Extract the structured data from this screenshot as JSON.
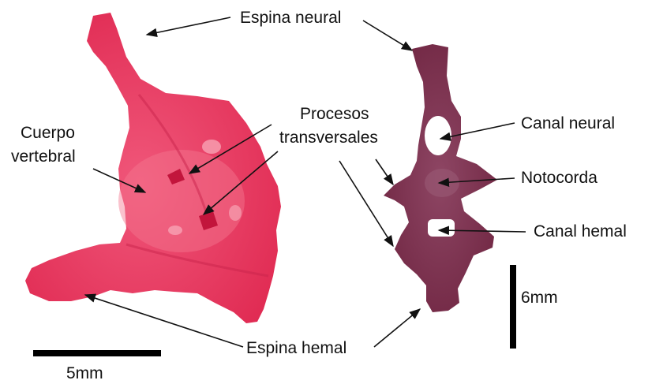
{
  "labels": {
    "espina_neural": "Espina neural",
    "cuerpo_vertebral_1": "Cuerpo",
    "cuerpo_vertebral_2": "vertebral",
    "procesos_1": "Procesos",
    "procesos_2": "transversales",
    "canal_neural": "Canal neural",
    "notocorda": "Notocorda",
    "canal_hemal": "Canal hemal",
    "espina_hemal": "Espina hemal"
  },
  "scale_bars": {
    "left": "5mm",
    "right": "6mm"
  },
  "colors": {
    "stained_bone": "#e8325a",
    "stained_bone_light": "#f06a86",
    "dark_vertebra": "#7a2a48",
    "dark_vertebra_light": "#8e4664",
    "scale_bar": "#000000",
    "text": "#111111",
    "background": "#ffffff"
  }
}
